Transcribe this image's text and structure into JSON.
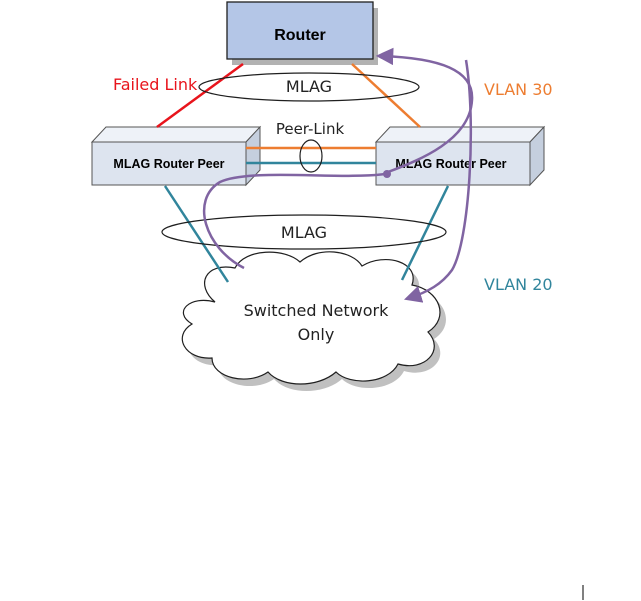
{
  "diagram": {
    "nodes": {
      "router": {
        "label": "Router"
      },
      "peer_left": {
        "label": "MLAG Router Peer"
      },
      "peer_right": {
        "label": "MLAG Router Peer"
      },
      "cloud": {
        "label_line1": "Switched Network",
        "label_line2": "Only"
      }
    },
    "labels": {
      "failed_link": "Failed Link",
      "mlag_top": "MLAG",
      "mlag_bottom": "MLAG",
      "peer_link": "Peer-Link",
      "vlan30": "VLAN 30",
      "vlan20": "VLAN 20"
    },
    "colors": {
      "router_fill": "#b4c6e7",
      "box_fill": "#dde4ef",
      "failed_link": "#e8141c",
      "vlan30": "#ed7d31",
      "vlan20": "#31859c",
      "traffic_path": "#8064a2",
      "outline": "#1f1f1f"
    }
  }
}
